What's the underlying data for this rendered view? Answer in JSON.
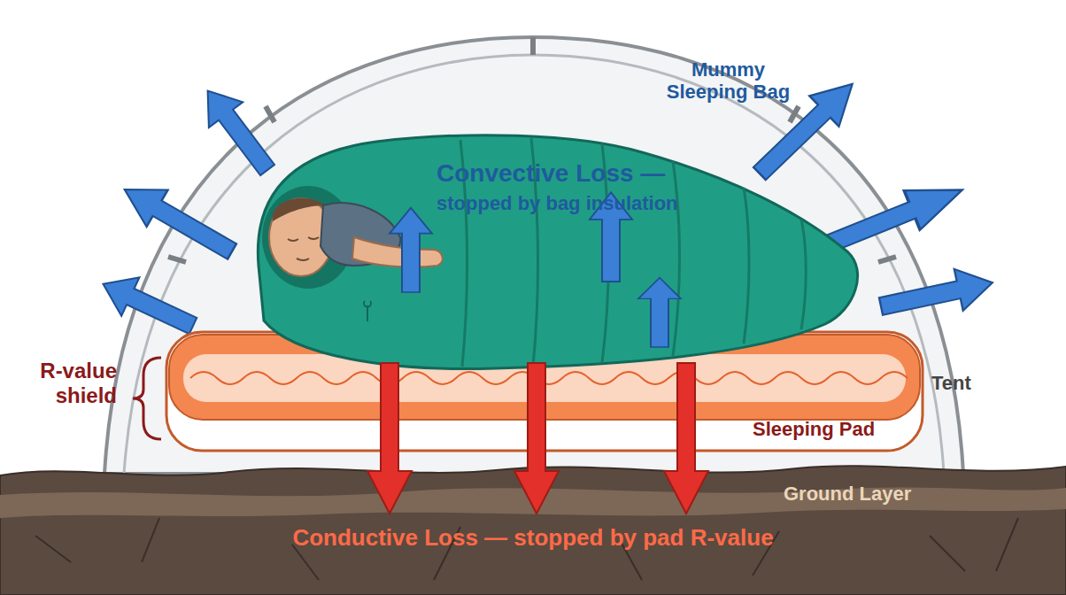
{
  "diagram": {
    "nodes": [
      {
        "text": [
          "Sleeping Pad"
        ]
      },
      {
        "text": [
          "Ground Layer",
          "Conductive Loss — stopped by pad R-value"
        ]
      }
    ],
    "labels": [
      "Convective Loss —",
      "stopped by bag insulation",
      "Mummy Sleeping Bag",
      "R-value shield",
      "Tent"
    ]
  }
}
